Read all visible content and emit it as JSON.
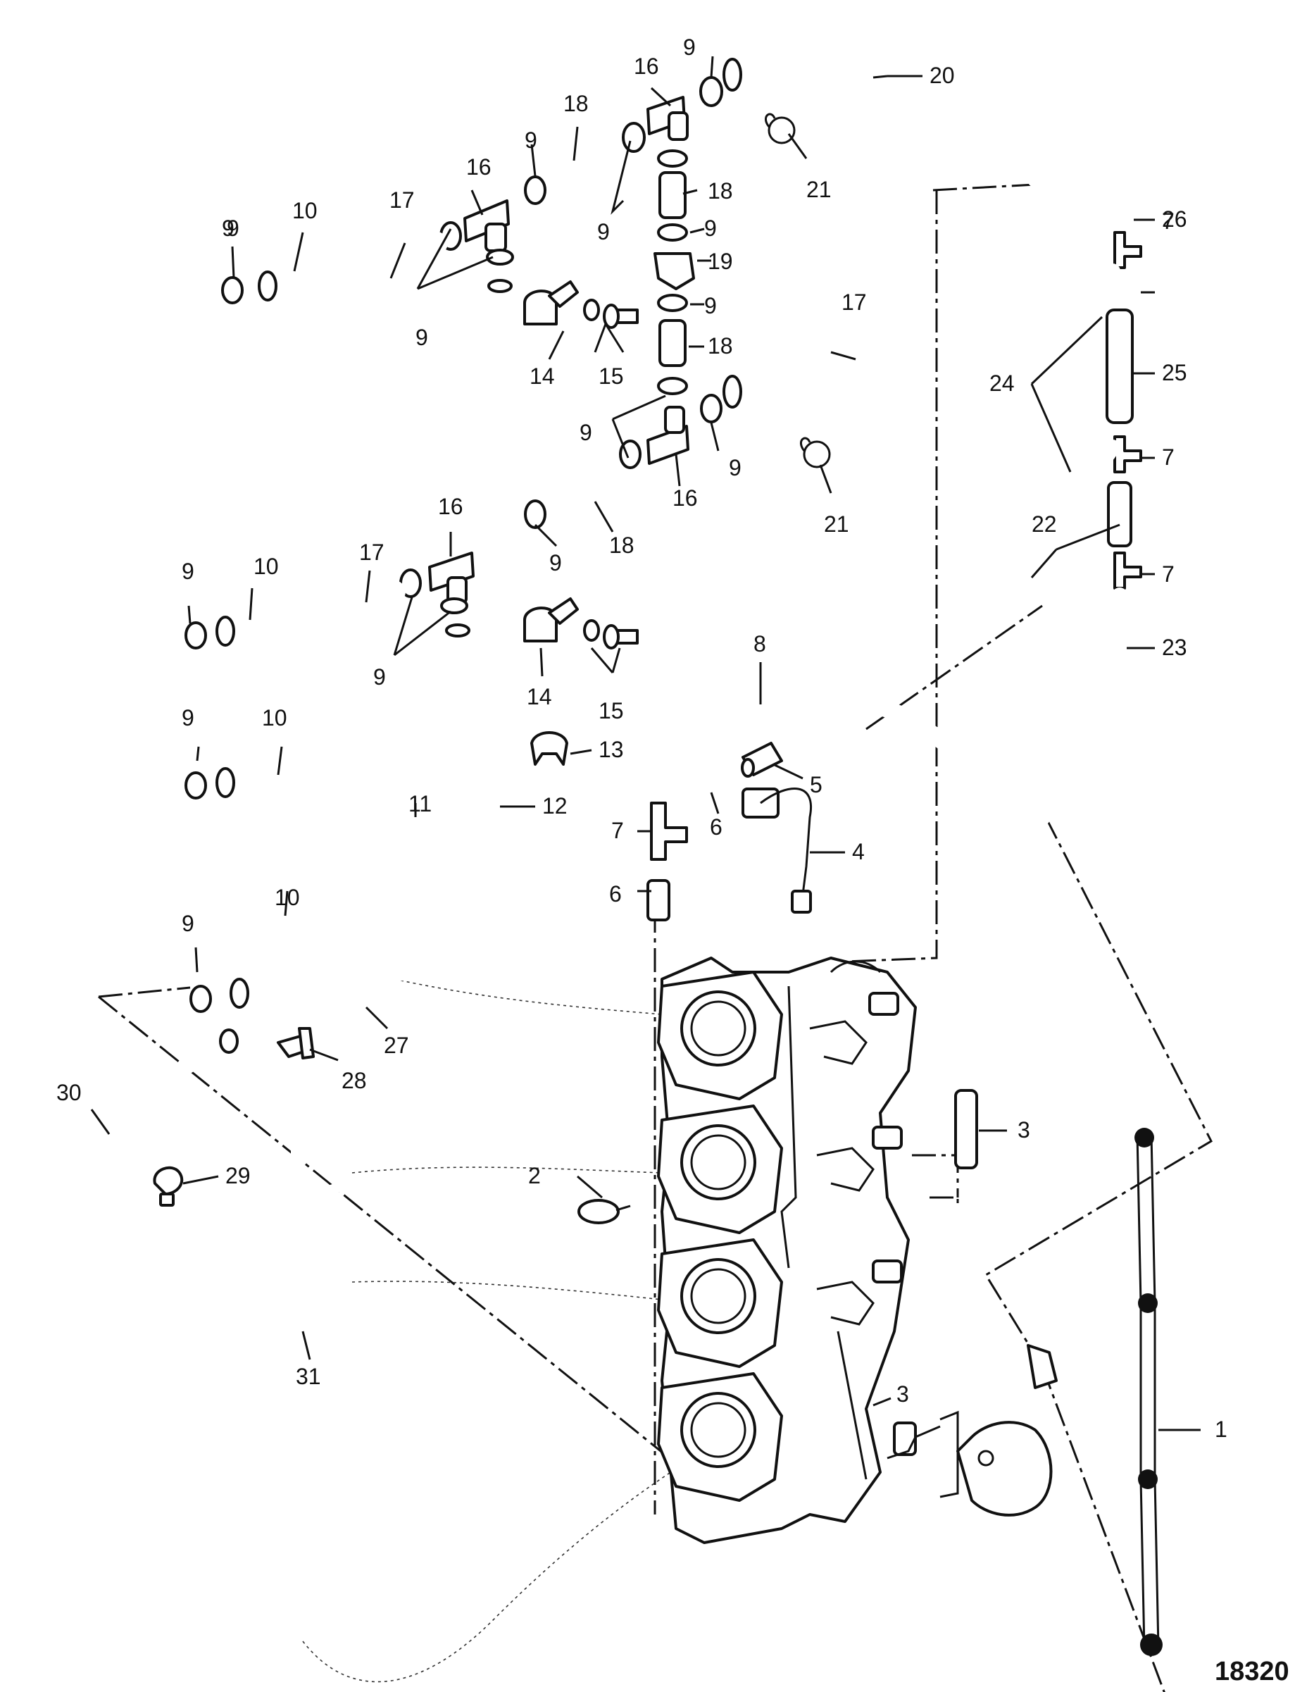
{
  "figure_number": "18320",
  "callouts": [
    "1",
    "2",
    "3",
    "3",
    "4",
    "5",
    "6",
    "6",
    "7",
    "7",
    "7",
    "7",
    "8",
    "9",
    "9",
    "9",
    "9",
    "9",
    "9",
    "9",
    "9",
    "9",
    "9",
    "9",
    "9",
    "9",
    "9",
    "9",
    "10",
    "10",
    "10",
    "10",
    "11",
    "12",
    "13",
    "14",
    "14",
    "15",
    "15",
    "16",
    "16",
    "16",
    "16",
    "17",
    "17",
    "17",
    "18",
    "18",
    "18",
    "18",
    "19",
    "20",
    "21",
    "21",
    "22",
    "23",
    "24",
    "25",
    "26",
    "27",
    "28",
    "29",
    "30",
    "31"
  ]
}
